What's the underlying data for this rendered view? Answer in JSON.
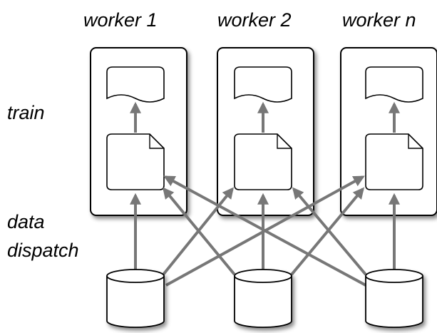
{
  "labels": {
    "worker_1": "worker 1",
    "worker_2": "worker 2",
    "worker_n": "worker n",
    "train": "train",
    "data_line1": "data",
    "data_line2": "dispatch"
  },
  "colors": {
    "arrow": "#777777",
    "outline": "#000000",
    "background": "#ffffff"
  },
  "icons": {
    "output": "document-icon",
    "model": "file-icon",
    "data": "database-icon"
  }
}
